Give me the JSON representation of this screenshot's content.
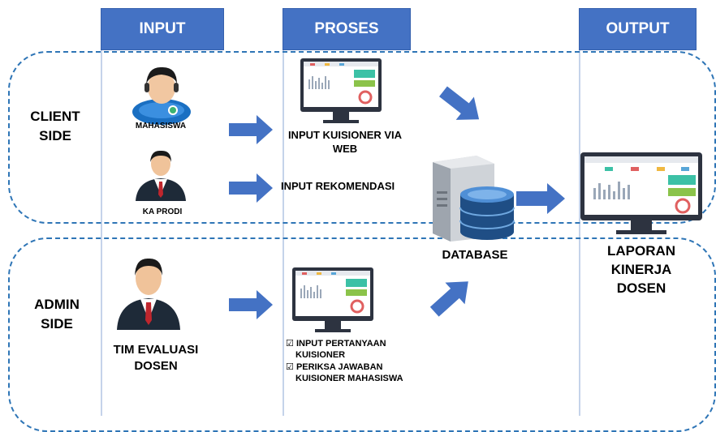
{
  "columns": {
    "input": "INPUT",
    "proses": "PROSES",
    "output": "OUTPUT"
  },
  "sides": {
    "client": [
      "CLIENT",
      "SIDE"
    ],
    "admin": [
      "ADMIN",
      "SIDE"
    ]
  },
  "actors": {
    "mahasiswa": "MAHASISWA",
    "ka_prodi": "KA PRODI",
    "tim_evaluasi": [
      "TIM EVALUASI",
      "DOSEN"
    ]
  },
  "process": {
    "kuisioner": [
      "INPUT KUISIONER VIA",
      "WEB"
    ],
    "rekomendasi": "INPUT REKOMENDASI",
    "admin_tasks": [
      {
        "line1": "INPUT PERTANYAAN",
        "line2": "KUISIONER"
      },
      {
        "line1": "PERIKSA JAWABAN",
        "line2": "KUISIONER MAHASISWA"
      }
    ],
    "check_glyph": "☑"
  },
  "database": "DATABASE",
  "output": [
    "LAPORAN",
    "KINERJA",
    "DOSEN"
  ],
  "colors": {
    "header": "#4472c4",
    "arrow": "#4472c4",
    "zone_border": "#2e75b6"
  }
}
